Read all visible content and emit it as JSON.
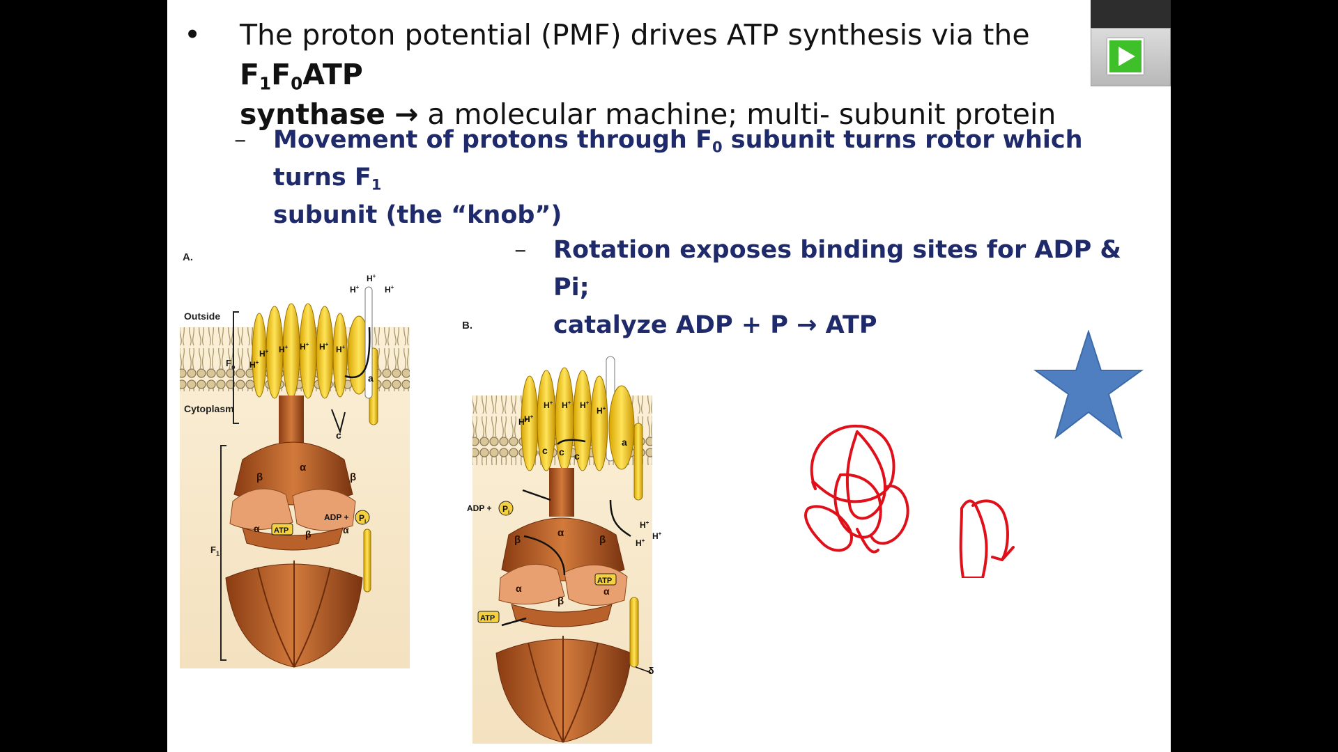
{
  "slide": {
    "bullet_main": {
      "marker": "•",
      "pre": "The proton potential (PMF) drives ATP synthesis via the ",
      "bold_f": "F",
      "bold_1": "1",
      "bold_f2": "F",
      "bold_0": "0",
      "bold_atp": "ATP",
      "bold_synthase": "synthase",
      "arrow": "→",
      "post": " a molecular machine; multi- subunit protein"
    },
    "sub_bullet_1": {
      "marker": "–",
      "part1": "Movement of protons through F",
      "sub0": "0",
      "part2": " subunit turns rotor which turns F",
      "sub1": "1",
      "line2": "subunit (the “knob”)"
    },
    "sub_bullet_2": {
      "marker": "–",
      "line1": "Rotation exposes binding sites for ADP & Pi;",
      "line2_pre": "catalyze ADP + P ",
      "arrow": "→",
      "line2_post": " ATP"
    }
  },
  "figure_a": {
    "panel": "A.",
    "outside": "Outside",
    "cytoplasm": "Cytoplasm",
    "f0": "F",
    "f0_sub": "o",
    "f1": "F",
    "f1_sub": "1",
    "h": "H",
    "plus": "+",
    "a": "a",
    "c": "c",
    "alpha": "α",
    "beta": "β",
    "adp_p": "ADP +",
    "pi": "P",
    "pi_sub": "i",
    "atp": "ATP"
  },
  "figure_b": {
    "panel": "B.",
    "h": "H",
    "plus": "+",
    "a": "a",
    "c": "c",
    "alpha": "α",
    "beta": "β",
    "adp_p": "ADP +",
    "pi": "P",
    "pi_sub": "i",
    "atp": "ATP",
    "delta": "δ"
  },
  "colors": {
    "slide_bg": "#ffffff",
    "heading_text": "#111111",
    "sub_bullet_text": "#1f2a6b",
    "star": "#4f7fc0",
    "annotation_ink": "#e0101a",
    "play_green": "#3fbf2a"
  },
  "icons": [
    "play-icon",
    "star-shape"
  ]
}
